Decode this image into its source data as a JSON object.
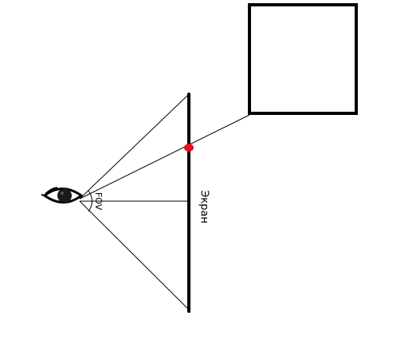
{
  "labels": {
    "fov": "FOV",
    "screen": "Экран"
  },
  "colors": {
    "background": "#ffffff",
    "stroke": "#000000",
    "intersection_point": "#e8101c"
  },
  "icons": {
    "viewer": "eye-icon",
    "object": "square-object"
  }
}
